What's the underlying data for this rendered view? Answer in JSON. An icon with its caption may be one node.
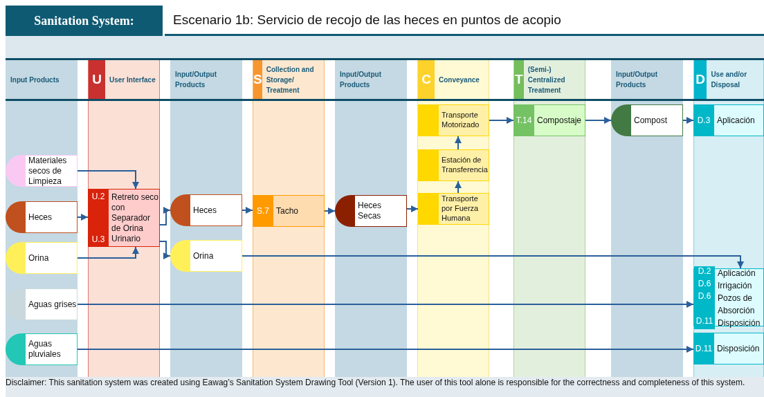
{
  "diagram": {
    "title": "Escenario 1b: Servicio de recojo de las heces en puntos de acopio",
    "caption": "Disclaimer: This sanitation system was created using Eawag’s Sanitation System Drawing Tool (Version 1). The user of this tool alone is responsible for the correctness and completeness of this system.",
    "labels": [
      "Sanitation System:"
    ],
    "nodes": [
      {
        "text": [
          "Input Products"
        ]
      },
      {
        "text": [
          "U",
          "User Interface"
        ]
      },
      {
        "text": [
          "Input/Output Products"
        ]
      },
      {
        "text": [
          "S",
          "Collection and Storage/ Treatment"
        ]
      },
      {
        "text": [
          "Input/Output Products"
        ]
      },
      {
        "text": [
          "C",
          "Conveyance"
        ]
      },
      {
        "text": [
          "T",
          "(Semi-) Centralized Treatment"
        ]
      },
      {
        "text": [
          "Input/Output Products"
        ]
      },
      {
        "text": [
          "D",
          "Use and/or Disposal"
        ]
      },
      {
        "text": [
          "Materiales secos de Limpieza"
        ],
        "in": 0
      },
      {
        "text": [
          "Heces"
        ],
        "in": 0
      },
      {
        "text": [
          "Orina"
        ],
        "in": 0
      },
      {
        "text": [
          "Aguas grises"
        ],
        "in": 0
      },
      {
        "text": [
          "Aguas pluviales"
        ],
        "in": 0
      },
      {
        "text": [
          "U.2",
          "U.3",
          "Retreto seco con Separador de Orina Urinario"
        ],
        "in": 1
      },
      {
        "text": [
          "Heces"
        ],
        "in": 2
      },
      {
        "text": [
          "Orina"
        ],
        "in": 2
      },
      {
        "text": [
          "S.7",
          "Tacho"
        ],
        "in": 3
      },
      {
        "text": [
          "Heces Secas"
        ],
        "in": 4
      },
      {
        "text": [
          "Transporte por Fuerza Humana"
        ],
        "in": 5
      },
      {
        "text": [
          "Estación de Transferencia"
        ],
        "in": 5
      },
      {
        "text": [
          "Transporte Motorizado"
        ],
        "in": 5
      },
      {
        "text": [
          "T.14",
          "Compostaje"
        ],
        "in": 6
      },
      {
        "text": [
          "Compost"
        ],
        "in": 7
      },
      {
        "text": [
          "D.3",
          "Aplicación"
        ],
        "in": 8
      },
      {
        "text": [
          "D.2",
          "Aplicación",
          "D.6",
          "Irrigación",
          "D.6",
          "Pozos de Absorción",
          "D.11",
          "Disposición"
        ],
        "in": 8
      },
      {
        "text": [
          "D.11",
          "Disposición"
        ],
        "in": 8
      }
    ],
    "edges": [
      {
        "from": 9,
        "to": 14,
        "arrow": "to"
      },
      {
        "from": 10,
        "to": 14,
        "arrow": "to"
      },
      {
        "from": 11,
        "to": 14,
        "arrow": "to"
      },
      {
        "from": 14,
        "to": 15,
        "arrow": "to"
      },
      {
        "from": 14,
        "to": 16,
        "arrow": "to"
      },
      {
        "from": 15,
        "to": 17,
        "arrow": "to"
      },
      {
        "from": 17,
        "to": 18,
        "arrow": "to"
      },
      {
        "from": 18,
        "to": 19,
        "arrow": "to"
      },
      {
        "from": 19,
        "to": 20,
        "arrow": "to"
      },
      {
        "from": 20,
        "to": 21,
        "arrow": "to"
      },
      {
        "from": 21,
        "to": 22,
        "arrow": "to"
      },
      {
        "from": 22,
        "to": 23,
        "arrow": "to"
      },
      {
        "from": 23,
        "to": 24,
        "arrow": "to"
      },
      {
        "from": 16,
        "to": 25,
        "arrow": "to"
      },
      {
        "from": 12,
        "to": 25,
        "arrow": "to"
      },
      {
        "from": 13,
        "to": 26,
        "arrow": "to"
      }
    ]
  }
}
